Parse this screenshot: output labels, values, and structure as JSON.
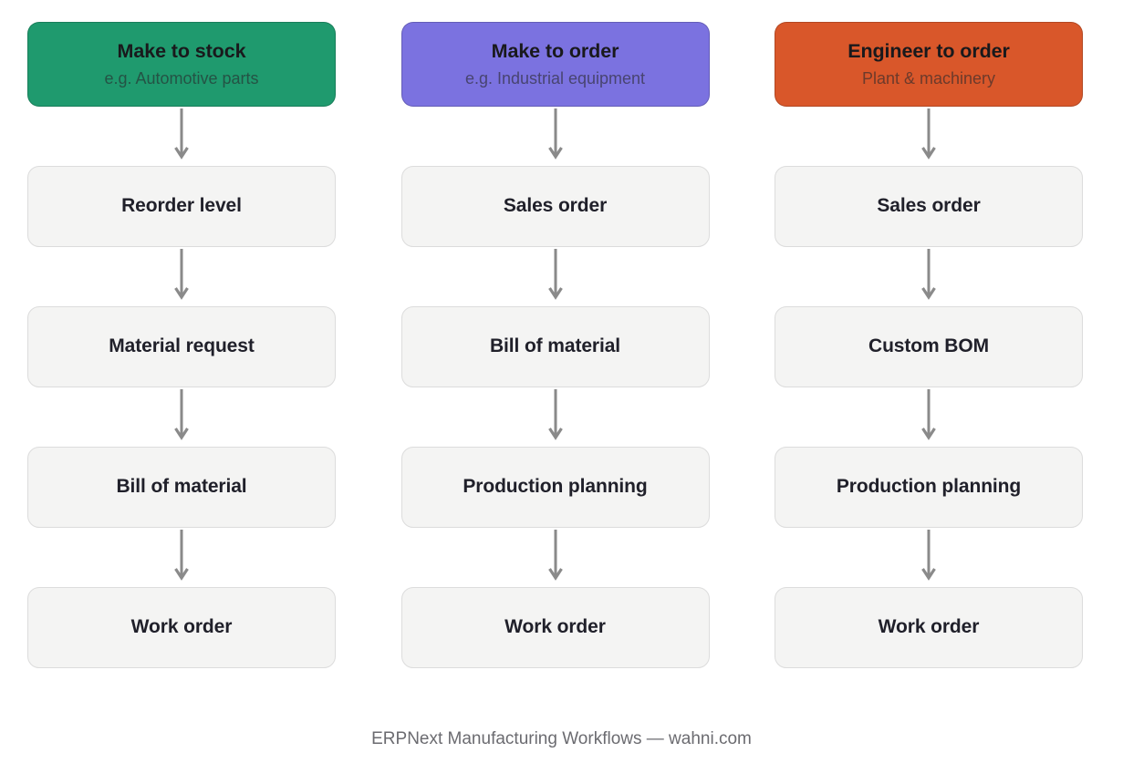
{
  "diagram": {
    "title_caption": "ERPNext Manufacturing Workflows — wahni.com",
    "colors": {
      "make_to_stock": "#1f9a6e",
      "make_to_order": "#7b72e0",
      "engineer_to_order": "#d9572a",
      "step_fill": "#f4f4f3",
      "step_border": "#dcdcdc",
      "arrow": "#8a8a8a",
      "title_text": "#19191c",
      "footer_text": "#6b6b70"
    },
    "columns": [
      {
        "id": "make-to-stock",
        "header": {
          "title": "Make to stock",
          "subtitle": "e.g. Automotive parts",
          "color": "#1f9a6e"
        },
        "steps": [
          {
            "label": "Reorder level"
          },
          {
            "label": "Material request"
          },
          {
            "label": "Bill of material"
          },
          {
            "label": "Work order"
          }
        ]
      },
      {
        "id": "make-to-order",
        "header": {
          "title": "Make to order",
          "subtitle": "e.g. Industrial equipment",
          "color": "#7b72e0"
        },
        "steps": [
          {
            "label": "Sales order"
          },
          {
            "label": "Bill of material"
          },
          {
            "label": "Production planning"
          },
          {
            "label": "Work order"
          }
        ]
      },
      {
        "id": "engineer-to-order",
        "header": {
          "title": "Engineer to order",
          "subtitle": "Plant & machinery",
          "color": "#d9572a"
        },
        "steps": [
          {
            "label": "Sales order"
          },
          {
            "label": "Custom BOM"
          },
          {
            "label": "Production planning"
          },
          {
            "label": "Work order"
          }
        ]
      }
    ]
  }
}
